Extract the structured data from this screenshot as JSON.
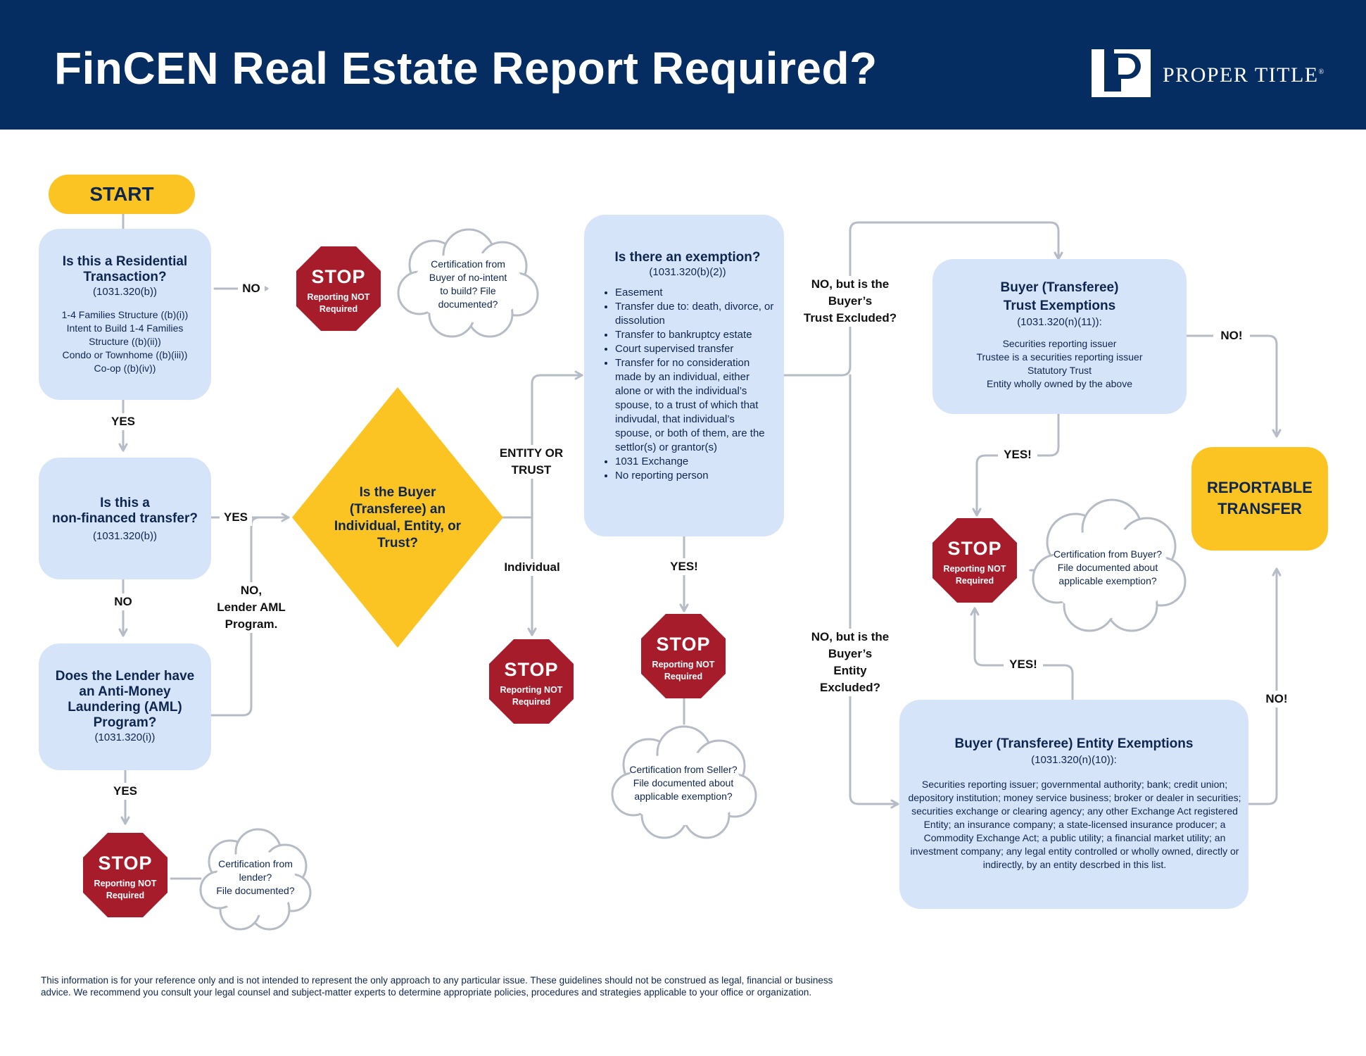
{
  "header": {
    "title": "FinCEN Real Estate Report Required?",
    "logo_text": "PROPER TITLE",
    "logo_mark": "P",
    "logo_registered": "®"
  },
  "start": {
    "label": "START"
  },
  "residential": {
    "question": "Is this a Residential Transaction?",
    "ref": "(1031.320(b))",
    "items": [
      "1-4 Families Structure ((b)(i))",
      "Intent to Build 1-4 Families Structure ((b)(ii))",
      "Condo or Townhome ((b)(iii))",
      "Co-op ((b)(iv))"
    ]
  },
  "nonfinanced": {
    "question_line1": "Is this a",
    "question_line2": "non-financed transfer?",
    "ref": "(1031.320(b))"
  },
  "lender": {
    "question": "Does the Lender have an Anti-Money Laundering (AML) Program?",
    "ref": "(1031.320(i))"
  },
  "buyer_type": {
    "question": "Is the Buyer (Transferee) an Individual, Entity, or Trust?"
  },
  "exemption": {
    "question": "Is there an exemption?",
    "ref": "(1031.320(b)(2))",
    "items": [
      "Easement",
      "Transfer due to: death, divorce, or dissolution",
      "Transfer to bankruptcy estate",
      "Court supervised transfer",
      "Transfer for no consideration made by an individual, either alone or with the individual’s spouse, to a trust of which that indivudal, that individual’s spouse, or both of them, are the settlor(s) or grantor(s)",
      "1031 Exchange",
      "No reporting person"
    ]
  },
  "trust_ex": {
    "title_line1": "Buyer (Transferee)",
    "title_line2": "Trust Exemptions",
    "ref": "(1031.320(n)(11)):",
    "items": [
      "Securities reporting issuer",
      "Trustee is a securities reporting issuer",
      "Statutory Trust",
      "Entity wholly owned by the above"
    ]
  },
  "entity_ex": {
    "title": "Buyer (Transferee) Entity Exemptions",
    "ref": "(1031.320(n)(10)):",
    "body": "Securities reporting issuer; governmental authority; bank; credit union; depository institution; money service business; broker or dealer in securities; securities exchange or clearing agency; any other Exchange Act registered Entity; an insurance company; a state-licensed insurance producer; a Commodity Exchange Act; a public utility; a financial market utility; an investment company; any legal entity controlled or wholly owned, directly or indirectly, by an entity descrbed in this list."
  },
  "reportable": {
    "line1": "REPORTABLE",
    "line2": "TRANSFER"
  },
  "stop": {
    "title": "STOP",
    "line1": "Reporting NOT",
    "line2": "Required"
  },
  "clouds": {
    "no_intent": [
      "Certification from",
      "Buyer of no-intent",
      "to build? File",
      "documented?"
    ],
    "lender": [
      "Certification from",
      "lender?",
      "File documented?"
    ],
    "seller": [
      "Certification from Seller?",
      "File documented about",
      "applicable exemption?"
    ],
    "buyer": [
      "Certification from Buyer?",
      "File documented about",
      "applicable exemption?"
    ]
  },
  "labels": {
    "no_residential": "NO",
    "yes_residential": "YES",
    "yes_nonfinanced": "YES",
    "no_nonfinanced": "NO",
    "no_lender": [
      "NO,",
      "Lender AML",
      "Program."
    ],
    "yes_lender": "YES",
    "entity_or_trust": [
      "ENTITY OR",
      "TRUST"
    ],
    "individual": "Individual",
    "yes_exemption": "YES!",
    "trust_excluded": [
      "NO, but is the",
      "Buyer’s",
      "Trust Excluded?"
    ],
    "entity_excluded": [
      "NO, but is the",
      "Buyer’s",
      "Entity",
      "Excluded?"
    ],
    "yes_trust": "YES!",
    "no_trust": "NO!",
    "yes_entity": "YES!",
    "no_entity": "NO!"
  },
  "footer": "This information is for your reference only and is not intended to represent the only approach to any particular issue. These guidelines should not be construed as legal, financial or business advice. We recommend you consult your legal counsel and subject-matter experts to determine appropriate policies, procedures and strategies applicable to your office or organization.",
  "colors": {
    "navy": "#052d61",
    "node_blue": "#d6e4fa",
    "yellow": "#fcc422",
    "stop_red": "#a71c2a",
    "connector": "#b6bcc6"
  }
}
